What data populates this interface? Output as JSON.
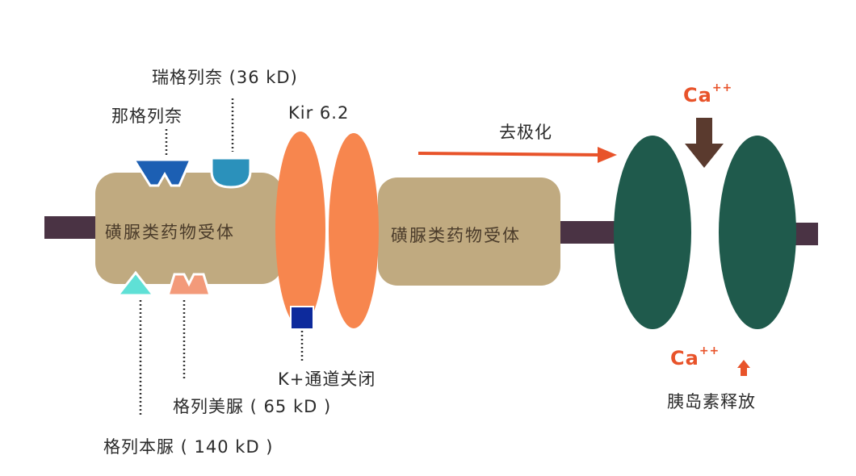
{
  "labels": {
    "repaglinide": "瑞格列奈 (36 kD)",
    "nateglinide": "那格列奈",
    "kir": "Kir 6.2",
    "depolarization": "去极化",
    "receptor_left": "磺脲类药物受体",
    "receptor_right": "磺脲类药物受体",
    "k_channel_closed": "K+通道关闭",
    "glimepiride": "格列美脲 ( 65 kD )",
    "glibenclamide": "格列本脲 ( 140 kD )",
    "ca_top": "Ca",
    "ca_top_sup": "++",
    "ca_bottom": "Ca",
    "ca_bottom_sup": "++",
    "insulin_release": "胰岛素释放"
  },
  "colors": {
    "membrane": "#4a3344",
    "receptor": "#c0aa80",
    "kir_channel": "#f7864e",
    "calcium_channel": "#1f5a4c",
    "orange_accent": "#e8532a",
    "arrow_brown": "#5a3a2e",
    "nateglinide_site": "#1c5fb3",
    "repaglinide_site": "#2b91bb",
    "glibenclamide_site": "#5fe0d6",
    "glimepiride_site": "#f39a7a",
    "k_channel_block": "#0d2a9c"
  }
}
